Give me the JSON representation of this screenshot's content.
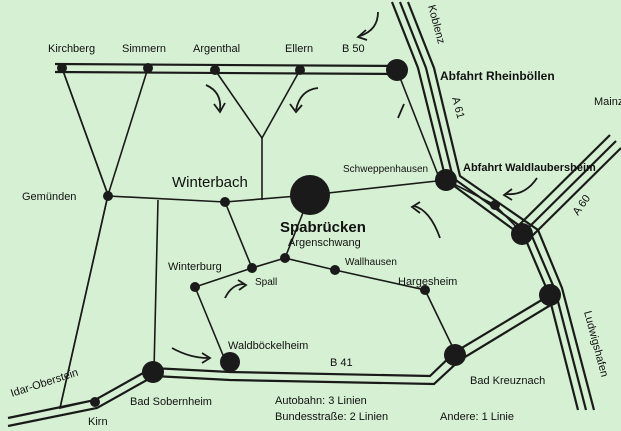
{
  "places": {
    "kirchberg": "Kirchberg",
    "simmern": "Simmern",
    "argenthal": "Argenthal",
    "ellern": "Ellern",
    "gemuenden": "Gemünden",
    "winterbach": "Winterbach",
    "spabruecken": "Spabrücken",
    "argenschwang": "Argenschwang",
    "schweppenhausen": "Schweppenhausen",
    "wallhausen": "Wallhausen",
    "hargesheim": "Hargesheim",
    "winterburg": "Winterburg",
    "spall": "Spall",
    "waldboeckelheim": "Waldböckelheim",
    "bad_sobernheim": "Bad Sobernheim",
    "bad_kreuznach": "Bad Kreuznach",
    "kirn": "Kirn",
    "mainz": "Mainz"
  },
  "exits": {
    "rheinboellen": "Abfahrt Rheinböllen",
    "waldlaubersheim": "Abfahrt Waldlaubersheim"
  },
  "roads": {
    "b50": "B 50",
    "b41": "B 41",
    "a61": "A 61",
    "a60": "A 60"
  },
  "directions": {
    "koblenz": "Koblenz",
    "idar_oberstein": "Idar-Oberstein",
    "ludwigshafen": "Ludwigshafen"
  },
  "legend": {
    "autobahn": "Autobahn: 3 Linien",
    "bundesstrasse": "Bundesstraße: 2 Linien",
    "andere": "Andere: 1 Linie"
  }
}
